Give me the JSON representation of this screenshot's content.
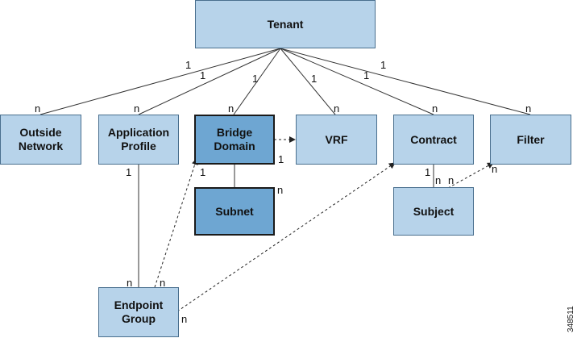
{
  "nodes": {
    "tenant": "Tenant",
    "outside_network": "Outside\nNetwork",
    "application_profile": "Application\nProfile",
    "bridge_domain": "Bridge\nDomain",
    "vrf": "VRF",
    "contract": "Contract",
    "filter": "Filter",
    "subnet": "Subnet",
    "subject": "Subject",
    "endpoint_group": "Endpoint\nGroup"
  },
  "cardinality": {
    "one": "1",
    "many": "n"
  },
  "figure_id": "348511",
  "colors": {
    "box_fill": "#b7d3ea",
    "box_highlight_fill": "#6ea6d2",
    "line": "#333333"
  }
}
